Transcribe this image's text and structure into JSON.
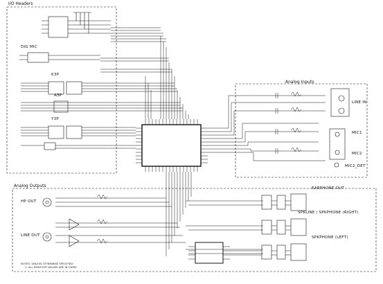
{
  "sections": {
    "io_headers": "I/O Headers",
    "analog_inputs": "Analog Inputs",
    "analog_outputs": "Analog Outputs"
  },
  "headers": {
    "dig_mic": "DIG MIC",
    "j4": "K3P",
    "j5": "A3P",
    "j6": "Y3P"
  },
  "inputs": {
    "line_in": "LINE IN",
    "mic1": "MIC1",
    "mic2": "MIC2",
    "mic2_det": "MIC2_DET"
  },
  "outputs": {
    "hp_out": "HP OUT",
    "line_out": "LINE OUT",
    "earphone_out": "EARPHONE OUT",
    "spkline_right": "SPKLINE / SPKPHONE (RIGHT)",
    "spkphone_left": "SPKPHONE (LEFT)"
  },
  "notes": {
    "line1": "NOTES: UNLESS OTHERWISE SPECIFIED:",
    "line2": "1. ALL RESISTOR VALUES ARE IN OHMS."
  },
  "colors": {
    "line": "#111111",
    "dash": "#333333",
    "background": "#ffffff"
  }
}
